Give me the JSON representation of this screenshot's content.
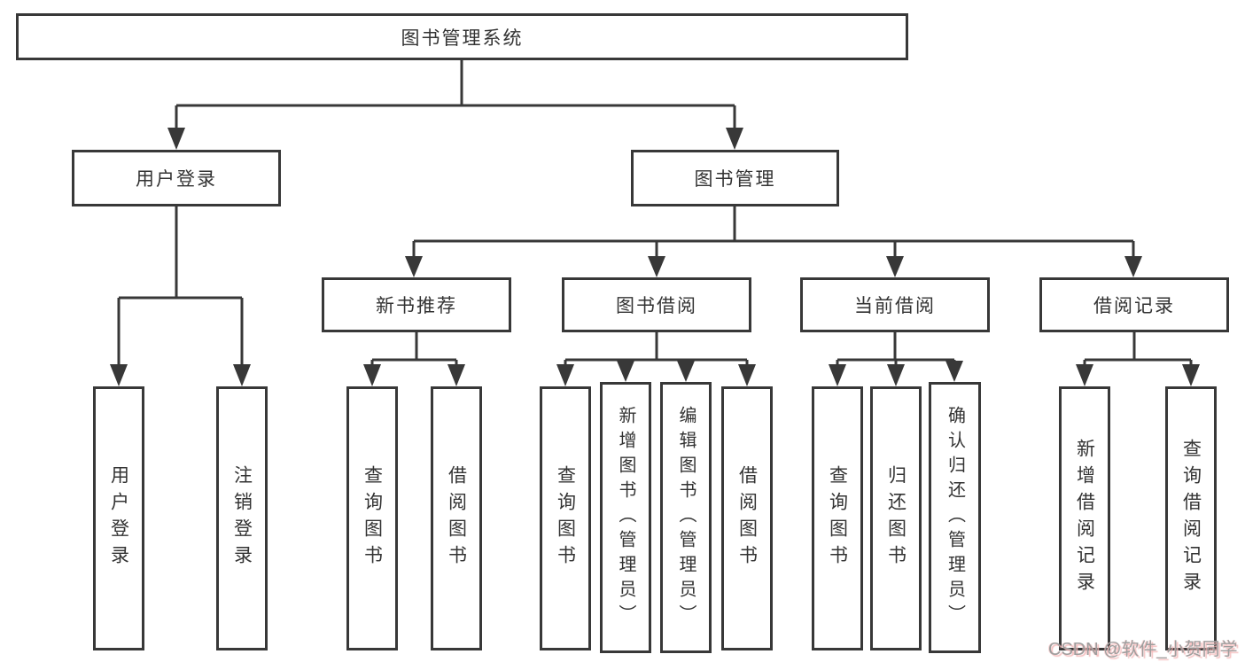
{
  "diagram_title": "图书管理系统",
  "colors": {
    "line": "#383838",
    "box_border": "#383838",
    "text": "#333333",
    "background": "#ffffff",
    "watermark_text": "#9e9e9e",
    "watermark_accent": "#f3b6b6"
  },
  "tree": {
    "root": {
      "label": "图书管理系统"
    },
    "level2": [
      {
        "label": "用户登录"
      },
      {
        "label": "图书管理"
      }
    ],
    "level3": [
      {
        "label": "新书推荐",
        "parent": "图书管理"
      },
      {
        "label": "图书借阅",
        "parent": "图书管理"
      },
      {
        "label": "当前借阅",
        "parent": "图书管理"
      },
      {
        "label": "借阅记录",
        "parent": "图书管理"
      }
    ],
    "leaves": [
      {
        "label": "用户登录",
        "parent": "用户登录"
      },
      {
        "label": "注销登录",
        "parent": "用户登录"
      },
      {
        "label": "查询图书",
        "parent": "新书推荐"
      },
      {
        "label": "借阅图书",
        "parent": "新书推荐"
      },
      {
        "label": "查询图书",
        "parent": "图书借阅"
      },
      {
        "label": "新增图书（管理员）",
        "parent": "图书借阅"
      },
      {
        "label": "编辑图书（管理员）",
        "parent": "图书借阅"
      },
      {
        "label": "借阅图书",
        "parent": "图书借阅"
      },
      {
        "label": "查询图书",
        "parent": "当前借阅"
      },
      {
        "label": "归还图书",
        "parent": "当前借阅"
      },
      {
        "label": "确认归还（管理员）",
        "parent": "当前借阅"
      },
      {
        "label": "新增借阅记录",
        "parent": "借阅记录"
      },
      {
        "label": "查询借阅记录",
        "parent": "借阅记录"
      }
    ]
  },
  "watermark": {
    "text": "CSDN @软件_小贺同学"
  }
}
